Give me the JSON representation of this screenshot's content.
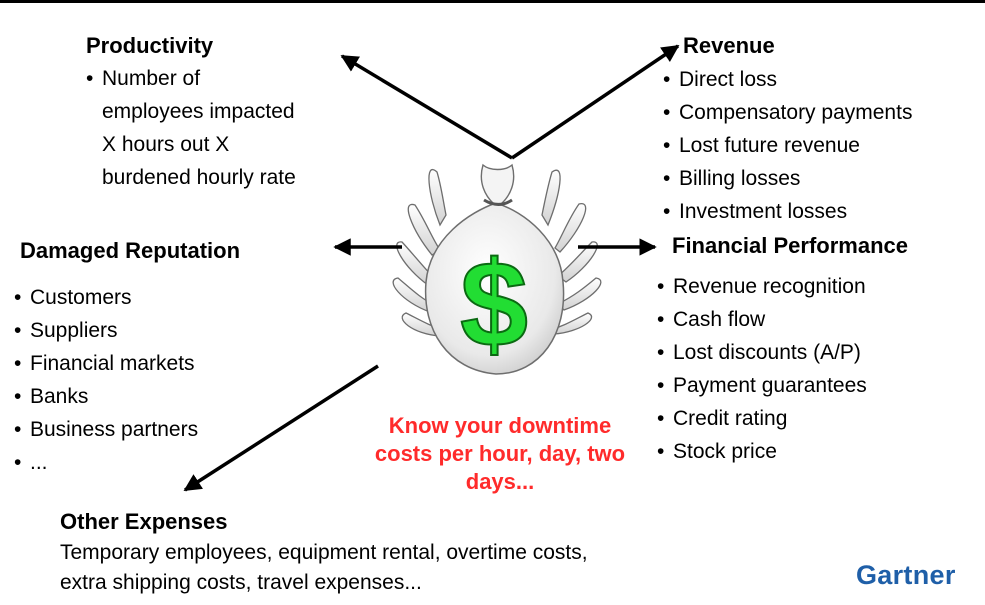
{
  "productivity": {
    "title": "Productivity",
    "item": "Number of employees impacted X hours out X burdened hourly rate",
    "item_lines": [
      "Number of",
      "employees impacted",
      "X hours out X",
      "burdened hourly rate"
    ]
  },
  "revenue": {
    "title": "Revenue",
    "items": [
      "Direct loss",
      "Compensatory payments",
      "Lost future revenue",
      "Billing losses",
      "Investment losses"
    ]
  },
  "damaged_reputation": {
    "title": "Damaged Reputation",
    "items": [
      "Customers",
      "Suppliers",
      "Financial markets",
      "Banks",
      "Business partners",
      "..."
    ]
  },
  "financial_performance": {
    "title": "Financial Performance",
    "items": [
      "Revenue recognition",
      "Cash flow",
      "Lost discounts (A/P)",
      "Payment guarantees",
      "Credit rating",
      "Stock price"
    ]
  },
  "other_expenses": {
    "title": "Other Expenses",
    "lines": [
      "Temporary employees, equipment rental, overtime costs,",
      "extra shipping costs, travel expenses..."
    ]
  },
  "callout": {
    "lines": [
      "Know your downtime",
      "costs per hour, day, two",
      "days..."
    ],
    "color": "#ff2b2b"
  },
  "center_graphic": {
    "icon": "winged-money-bag-icon",
    "symbol": "$",
    "symbol_color": "#22dd33"
  },
  "logo": {
    "text": "Gartner",
    "color": "#1f5fa8"
  }
}
